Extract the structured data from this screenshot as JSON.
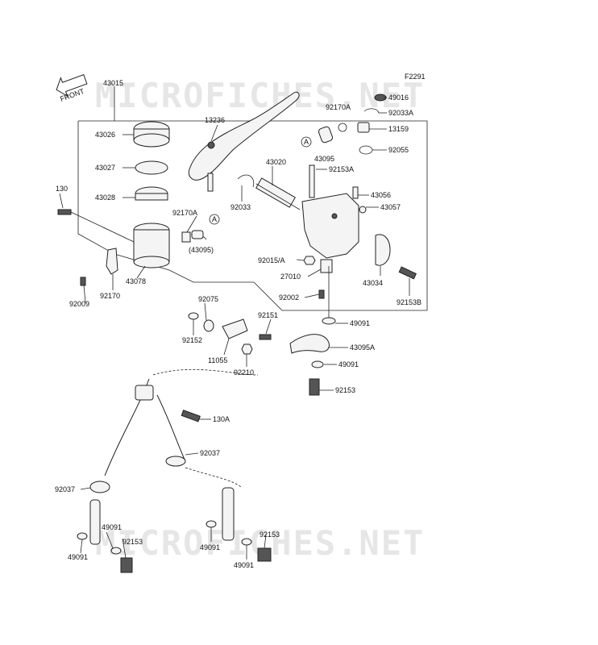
{
  "figure_code": "F2291",
  "front_label": "FRONT",
  "watermarks": [
    "MICROFICHES.NET",
    "MICROFICHES.NET"
  ],
  "labels": {
    "p43015": "43015",
    "p43026": "43026",
    "p43027": "43027",
    "p43028": "43028",
    "p130": "130",
    "p92170A_upper": "92170A",
    "p92170A_left": "92170A",
    "p43095_paren": "(43095)",
    "p43078": "43078",
    "p92170": "92170",
    "p92009": "92009",
    "p13236": "13236",
    "p43020": "43020",
    "p92033": "92033",
    "p49016": "49016",
    "p92033A": "92033A",
    "p13159": "13159",
    "p43095": "43095",
    "p92055": "92055",
    "p92153A": "92153A",
    "p43056": "43056",
    "p43057": "43057",
    "p92015A": "92015/A",
    "p27010": "27010",
    "p92002": "92002",
    "p43034": "43034",
    "p92153B": "92153B",
    "p92075": "92075",
    "p92152": "92152",
    "p92151": "92151",
    "p11055": "11055",
    "p92210": "92210",
    "p49091_a": "49091",
    "p43095A": "43095A",
    "p49091_b": "49091",
    "p92153_a": "92153",
    "p130A": "130A",
    "p92037_a": "92037",
    "p92037_b": "92037",
    "p49091_c": "49091",
    "p92153_b": "92153",
    "p49091_d": "49091",
    "p49091_e": "49091",
    "p92153_c": "92153",
    "p49091_f": "49091",
    "ref_a1": "A",
    "ref_a2": "A"
  }
}
